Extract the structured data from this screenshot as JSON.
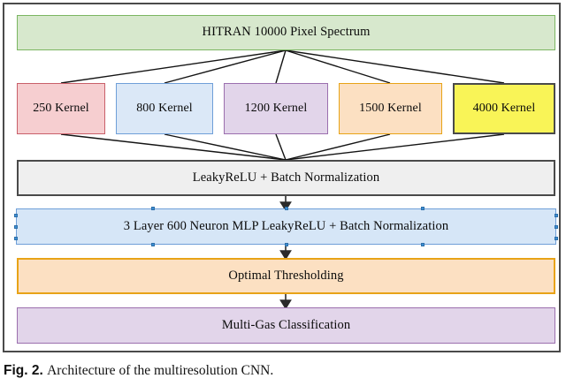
{
  "figure": {
    "frame_border_color": "#4a4a4a",
    "background": "#ffffff",
    "caption_label": "Fig. 2.",
    "caption_text": "Architecture of the multiresolution CNN."
  },
  "diagram": {
    "type": "flowchart",
    "title": "Architecture of the multiresolution CNN",
    "input": {
      "label": "HITRAN 10000 Pixel Spectrum",
      "fill": "#d7e8cd",
      "stroke": "#7bb661"
    },
    "kernels": [
      {
        "label": "250 Kernel",
        "fill": "#f6ced0",
        "stroke": "#c9606a"
      },
      {
        "label": "800 Kernel",
        "fill": "#dbe8f7",
        "stroke": "#6f9fd8"
      },
      {
        "label": "1200 Kernel",
        "fill": "#e2d5ea",
        "stroke": "#9b6fae"
      },
      {
        "label": "1500 Kernel",
        "fill": "#fce0c2",
        "stroke": "#e8a317"
      },
      {
        "label": "4000 Kernel",
        "fill": "#f9f457",
        "stroke": "#4a4a4a"
      }
    ],
    "stages": [
      {
        "label": "LeakyReLU + Batch Normalization",
        "fill": "#efefef",
        "stroke": "#4a4a4a"
      },
      {
        "label": "3 Layer 600 Neuron MLP LeakyReLU + Batch Normalization",
        "fill": "#d6e6f7",
        "stroke": "#6f9fd8"
      },
      {
        "label": "Optimal Thresholding",
        "fill": "#fce0c2",
        "stroke": "#e8a317"
      },
      {
        "label": "Multi-Gas Classification",
        "fill": "#e2d5ea",
        "stroke": "#9b6fae"
      }
    ],
    "edges": {
      "fan_out_from": "HITRAN 10000 Pixel Spectrum",
      "fan_in_to": "LeakyReLU + Batch Normalization",
      "arrow_color": "#2b2b2b"
    }
  }
}
